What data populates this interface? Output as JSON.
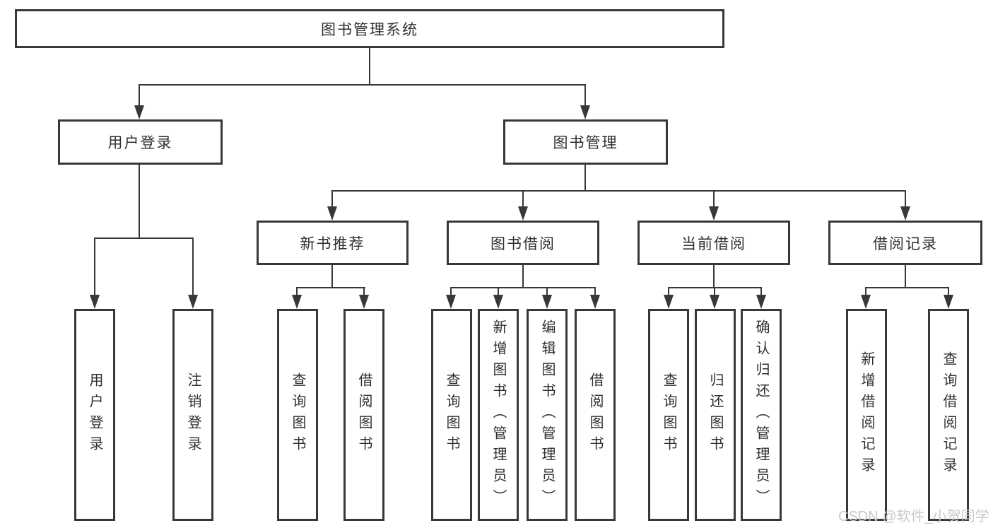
{
  "diagram": {
    "nodes": {
      "root": "图书管理系统",
      "user_login": "用户登录",
      "book_mgmt": "图书管理",
      "new_book_rec": "新书推荐",
      "book_borrow": "图书借阅",
      "current_borrow": "当前借阅",
      "borrow_record": "借阅记录",
      "leaves": {
        "user_login": [
          "用户登录",
          "注销登录"
        ],
        "new_book_rec": [
          "查询图书",
          "借阅图书"
        ],
        "book_borrow": [
          "查询图书",
          "新增图书（管理员）",
          "编辑图书（管理员）",
          "借阅图书"
        ],
        "current_borrow": [
          "查询图书",
          "归还图书",
          "确认归还（管理员）"
        ],
        "borrow_record": [
          "新增借阅记录",
          "查询借阅记录"
        ]
      }
    },
    "watermark": "CSDN @软件_小贺同学",
    "colors": {
      "line": "#383838",
      "text": "#2f2f2f",
      "background": "#ffffff",
      "watermark": "#c9c9c9"
    }
  }
}
